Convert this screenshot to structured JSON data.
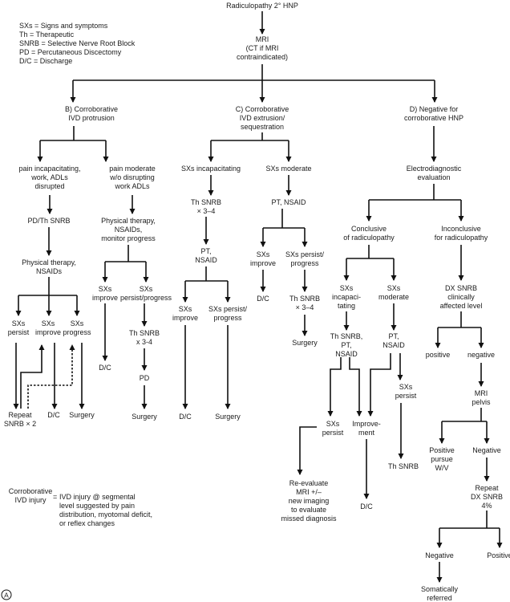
{
  "legend": [
    "SXs = Signs and symptoms",
    "Th = Therapeutic",
    "SNRB = Selective Nerve Root Block",
    "PD = Percutaneous Discectomy",
    "D/C = Discharge"
  ],
  "nodes": {
    "root": [
      "Radiculopathy 2° HNP"
    ],
    "mri": [
      "MRI",
      "(CT if MRI",
      "contraindicated)"
    ],
    "b": [
      "B) Corroborative",
      "IVD protrusion"
    ],
    "c": [
      "C) Corroborative",
      "IVD extrusion/",
      "sequestration"
    ],
    "d": [
      "D) Negative for",
      "corroborative HNP"
    ],
    "b1": [
      "pain incapacitating,",
      "work, ADLs",
      "disrupted"
    ],
    "b2": [
      "pain moderate",
      "w/o disrupting",
      "work ADLs"
    ],
    "c1": [
      "SXs incapacitating"
    ],
    "c2": [
      "SXs moderate"
    ],
    "d1": [
      "Electrodiagnostic",
      "evaluation"
    ],
    "b1a": [
      "PD/Th SNRB"
    ],
    "b1b": [
      "Physical therapy,",
      "NSAIDs"
    ],
    "b1c": [
      "SXs",
      "persist"
    ],
    "b1d": [
      "SXs",
      "improve"
    ],
    "b1e": [
      "SXs",
      "progress"
    ],
    "b1f": [
      "Repeat",
      "SNRB × 2"
    ],
    "b1g": [
      "D/C"
    ],
    "b1h": [
      "Surgery"
    ],
    "b2a": [
      "Physical therapy,",
      "NSAIDs,",
      "monitor progress"
    ],
    "b2b": [
      "SXs",
      "improve"
    ],
    "b2c": [
      "SXs",
      "persist/progress"
    ],
    "b2d": [
      "D/C"
    ],
    "b2e": [
      "Th SNRB",
      "x 3-4"
    ],
    "b2f": [
      "PD"
    ],
    "b2g": [
      "Surgery"
    ],
    "c1a": [
      "Th SNRB",
      "× 3–4"
    ],
    "c1b": [
      "PT,",
      "NSAID"
    ],
    "c1c": [
      "SXs",
      "improve"
    ],
    "c1d": [
      "SXs persist/",
      "progress"
    ],
    "c1e": [
      "D/C"
    ],
    "c1f": [
      "Surgery"
    ],
    "c2a": [
      "PT, NSAID"
    ],
    "c2b": [
      "SXs",
      "improve"
    ],
    "c2c": [
      "SXs persist/",
      "progress"
    ],
    "c2d": [
      "D/C"
    ],
    "c2e": [
      "Th SNRB",
      "× 3–4"
    ],
    "c2f": [
      "Surgery"
    ],
    "d2": [
      "Conclusive",
      "of radiculopathy"
    ],
    "d3": [
      "Inconclusive",
      "for radiculopathy"
    ],
    "d2a": [
      "SXs",
      "incapaci-",
      "tating"
    ],
    "d2b": [
      "SXs",
      "moderate"
    ],
    "d2c": [
      "Th SNRB,",
      "PT,",
      "NSAID"
    ],
    "d2d": [
      "PT,",
      "NSAID"
    ],
    "d2e": [
      "SXs",
      "persist"
    ],
    "d2f": [
      "Th SNRB"
    ],
    "d2g": [
      "SXs",
      "persist"
    ],
    "d2h": [
      "Improve-",
      "ment"
    ],
    "d2i": [
      "D/C"
    ],
    "re": [
      "Re-evaluate",
      "MRI +/–",
      "new imaging",
      "to evaluate",
      "missed diagnosis"
    ],
    "d3a": [
      "DX SNRB",
      "clinically",
      "affected level"
    ],
    "d3b": [
      "positive"
    ],
    "d3c": [
      "negative"
    ],
    "d3d": [
      "MRI",
      "pelvis"
    ],
    "d3e": [
      "Positive",
      "pursue",
      "W/V"
    ],
    "d3f": [
      "Negative"
    ],
    "d3g": [
      "Repeat",
      "DX SNRB",
      "4%"
    ],
    "d3h": [
      "Negative"
    ],
    "d3i": [
      "Positive"
    ],
    "d3j": [
      "Somatically",
      "referred"
    ]
  },
  "footnote": {
    "term": [
      "Corroborative",
      "IVD injury"
    ],
    "equals": "=",
    "definition": [
      "IVD injury @ segmental",
      "level suggested by pain",
      "distribution, myotomal deficit,",
      "or reflex changes"
    ]
  },
  "panel_label": "A"
}
